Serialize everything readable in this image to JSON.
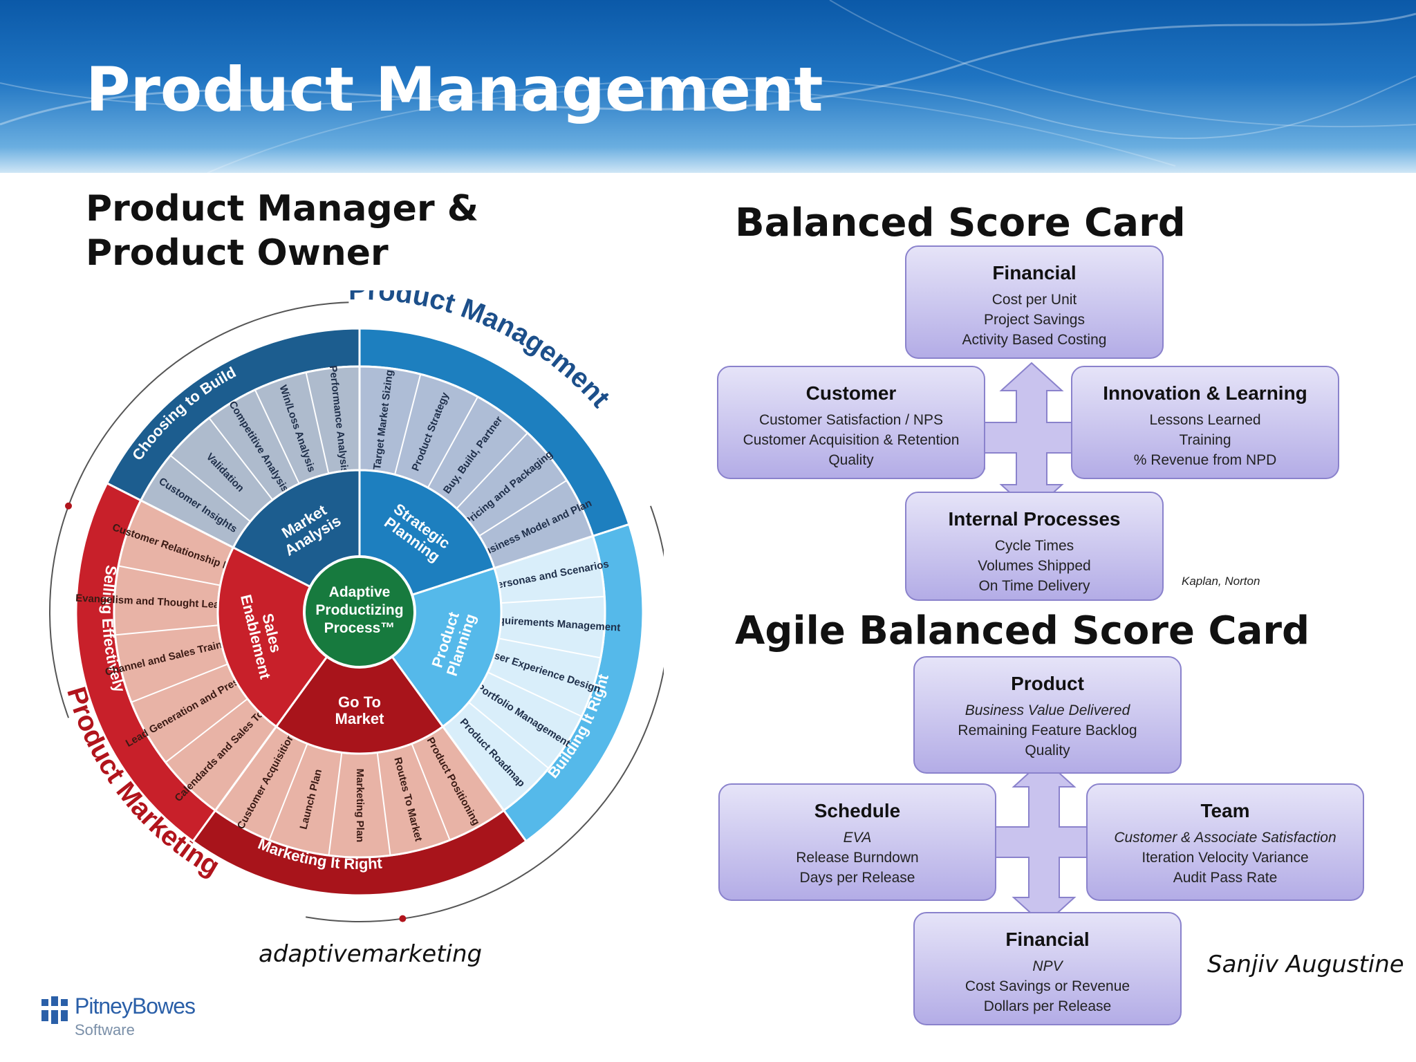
{
  "slide": {
    "title": "Product Management",
    "left_heading_line1": "Product Manager &",
    "left_heading_line2": "Product Owner",
    "wheel_credit": "adaptivemarketing",
    "logo": {
      "name": "PitneyBowes",
      "sub": "Software"
    }
  },
  "wheel": {
    "center": [
      "Adaptive",
      "Productizing",
      "Process™"
    ],
    "outer_labels": [
      "Product Management",
      "Product Marketing"
    ],
    "rim_labels": [
      "Choosing to Build",
      "Building It Right",
      "Marketing It Right",
      "Selling Effectively"
    ],
    "hubs": [
      {
        "name": "Market Analysis",
        "lines": [
          "Market",
          "Analysis"
        ],
        "color": "#1c5d8f"
      },
      {
        "name": "Strategic Planning",
        "lines": [
          "Strategic",
          "Planning"
        ],
        "color": "#1d7fbf"
      },
      {
        "name": "Product Planning",
        "lines": [
          "Product",
          "Planning"
        ],
        "color": "#55b9ea"
      },
      {
        "name": "Go To Market",
        "lines": [
          "Go To",
          "Market"
        ],
        "color": "#a8141b"
      },
      {
        "name": "Sales Enablement",
        "lines": [
          "Sales",
          "Enablement"
        ],
        "color": "#c8202a"
      }
    ],
    "spokes": {
      "market_analysis": [
        "Customer Insights",
        "Validation",
        "Competitive Analysis",
        "Win/Loss Analysis",
        "Performance Analysis"
      ],
      "strategic_planning": [
        "Target Market Sizing",
        "Product Strategy",
        "Buy, Build, Partner",
        "Pricing and Packaging",
        "Business Model and Plan"
      ],
      "product_planning": [
        "Personas and Scenarios",
        "Requirements Management",
        "User Experience Design",
        "Portfolio Management",
        "Product Roadmap"
      ],
      "go_to_market": [
        "Product Positioning",
        "Routes To Market",
        "Marketing Plan",
        "Launch Plan",
        "Customer Acquisition"
      ],
      "sales_enablement": [
        "Calendards and Sales Tools",
        "Lead Generation and Presales",
        "Channel and Sales Training",
        "Evangelism and Thought Leadership",
        "Customer Relationship Mgt"
      ]
    }
  },
  "bsc": {
    "heading": "Balanced Score Card",
    "credit": "Kaplan, Norton",
    "top": {
      "title": "Financial",
      "lines": [
        "Cost per Unit",
        "Project Savings",
        "Activity Based Costing"
      ]
    },
    "left": {
      "title": "Customer",
      "lines": [
        "Customer Satisfaction / NPS",
        "Customer Acquisition & Retention",
        "Quality"
      ]
    },
    "right": {
      "title": "Innovation & Learning",
      "lines": [
        "Lessons Learned",
        "Training",
        "% Revenue from NPD"
      ]
    },
    "bottom": {
      "title": "Internal Processes",
      "lines": [
        "Cycle Times",
        "Volumes Shipped",
        "On Time Delivery"
      ]
    }
  },
  "absc": {
    "heading": "Agile Balanced Score Card",
    "credit": "Sanjiv Augustine",
    "top": {
      "title": "Product",
      "lines": [
        "Business Value Delivered",
        "Remaining Feature Backlog",
        "Quality"
      ],
      "italic": [
        true,
        false,
        false
      ]
    },
    "left": {
      "title": "Schedule",
      "lines": [
        "EVA",
        "Release Burndown",
        "Days per Release"
      ],
      "italic": [
        true,
        false,
        false
      ]
    },
    "right": {
      "title": "Team",
      "lines": [
        "Customer & Associate Satisfaction",
        "Iteration Velocity Variance",
        "Audit Pass Rate"
      ],
      "italic": [
        true,
        false,
        false
      ]
    },
    "bottom": {
      "title": "Financial",
      "lines": [
        "NPV",
        "Cost Savings or Revenue",
        "Dollars per Release"
      ],
      "italic": [
        true,
        false,
        false
      ]
    }
  },
  "colors": {
    "box_fill_top": "#e6e4f8",
    "box_fill_bottom": "#b3ace6",
    "box_stroke": "#8a82cc",
    "arrow_fill": "#c9c3ee"
  }
}
